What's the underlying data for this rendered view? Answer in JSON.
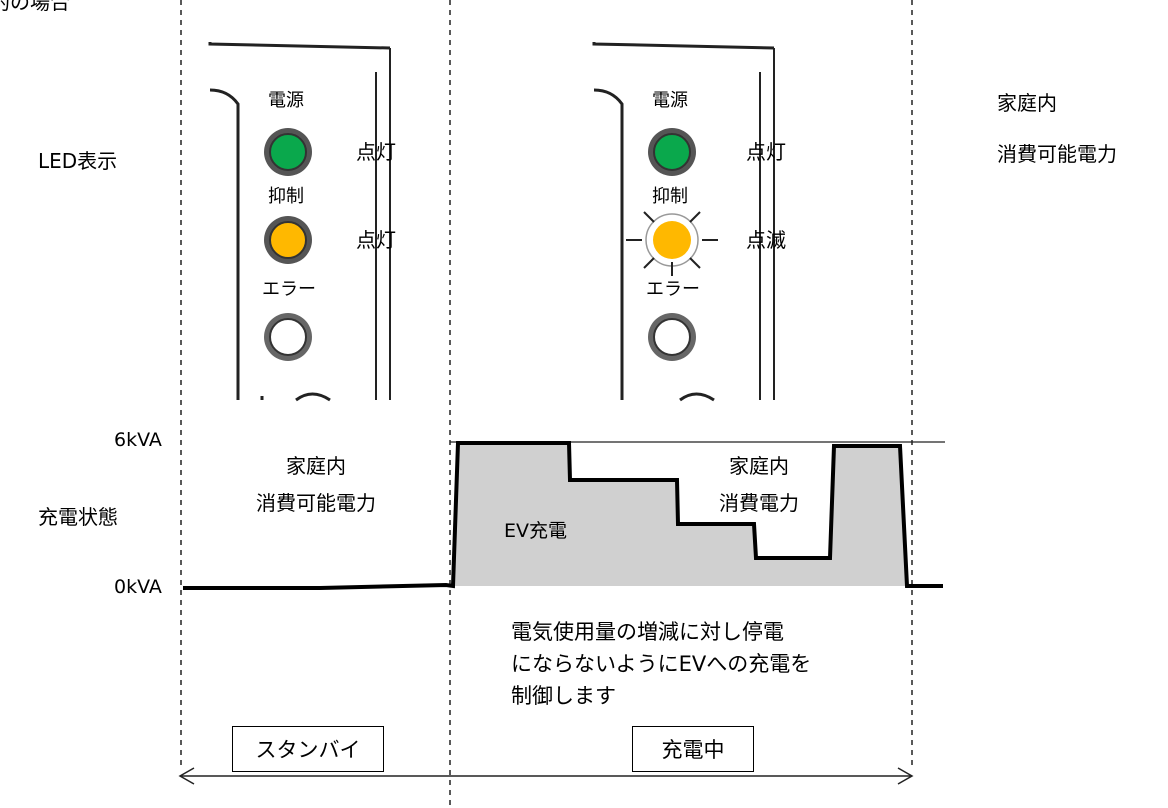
{
  "top_label": "契約の場合",
  "row_labels": {
    "led": "LED表示",
    "charge": "充電状態"
  },
  "right_label": {
    "line1": "家庭内",
    "line2": "消費可能電力"
  },
  "panels": [
    {
      "power_label": "電源",
      "suppress_label": "抑制",
      "error_label": "エラー",
      "power_state": "点灯",
      "suppress_state": "点灯"
    },
    {
      "power_label": "電源",
      "suppress_label": "抑制",
      "error_label": "エラー",
      "power_state": "点灯",
      "suppress_state": "点滅"
    }
  ],
  "colors": {
    "led_green": "#0aa84c",
    "led_amber": "#ffb800",
    "fill_gray": "#d0d0d0"
  },
  "chart": {
    "y_top": "6kVA",
    "y_bottom": "0kVA",
    "standby_label_line1": "家庭内",
    "standby_label_line2": "消費可能電力",
    "ev_label": "EV充電",
    "home_label_line1": "家庭内",
    "home_label_line2": "消費電力"
  },
  "description": {
    "line1": "電気使用量の増減に対し停電",
    "line2": "にならないようにEVへの充電を",
    "line3": "制御します"
  },
  "states": {
    "standby": "スタンバイ",
    "charging": "充電中"
  }
}
